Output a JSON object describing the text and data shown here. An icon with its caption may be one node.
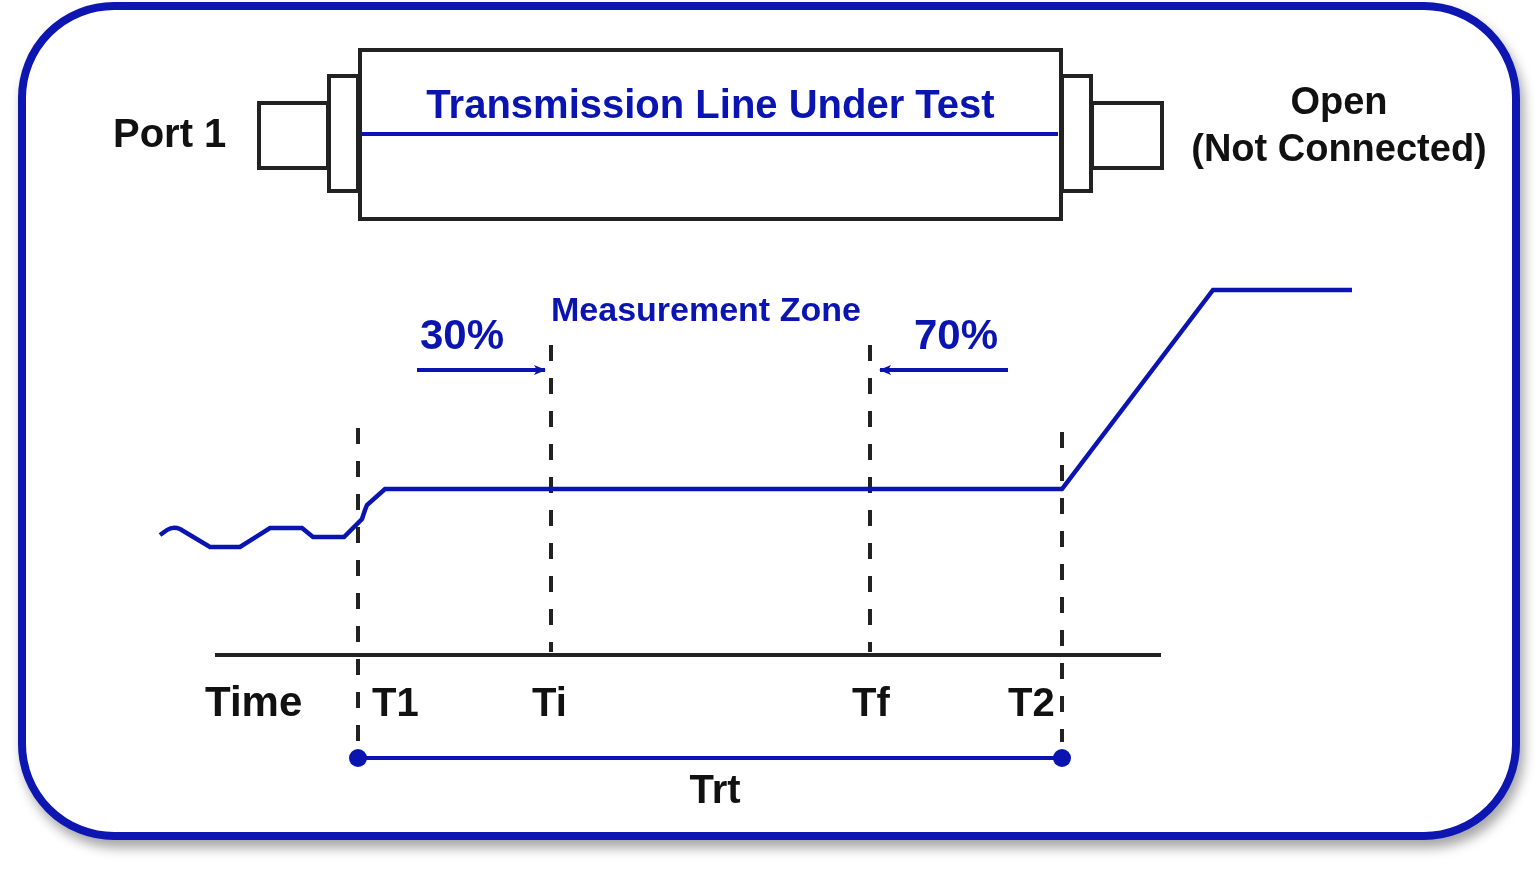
{
  "diagram": {
    "nodes": [
      {
        "text": [
          "Transmission Line Under Test"
        ]
      }
    ],
    "labels": [
      "Port 1",
      "Open (Not Connected)",
      "Measurement Zone",
      "30%",
      "70%",
      "Time",
      "T1",
      "Ti",
      "Tf",
      "T2",
      "Trt"
    ]
  }
}
